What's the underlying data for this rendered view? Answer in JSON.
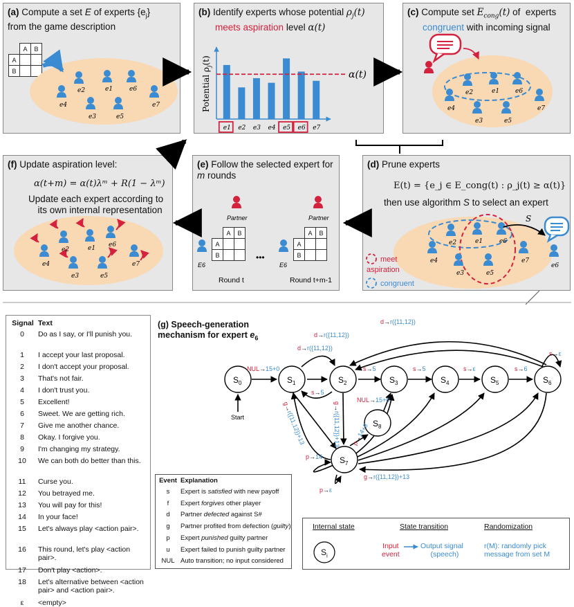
{
  "panels": {
    "a": {
      "label": "(a)",
      "title_1": "Compute a set ",
      "title_var": "E",
      "title_2": " of experts ",
      "title_set": "{e",
      "title_set_sub": "j",
      "title_set_end": "}",
      "title_line2": "from the game description"
    },
    "b": {
      "label": "(b)",
      "title_1": "Identify experts whose potential ",
      "title_var": "ρ",
      "title_var_sub": "j",
      "title_var_arg": "(t)",
      "title_red": "meets aspiration",
      "title_2": " level ",
      "title_alpha": "α(t)",
      "ylabel": "Potential ρ",
      "ylabel_sub": "j",
      "ylabel_arg": "(t)",
      "threshold_label": "α(t)"
    },
    "c": {
      "label": "(c)",
      "title_1": "Compute set ",
      "title_var": "E",
      "title_var_sub": "cong",
      "title_var_arg": "(t)",
      "title_2": " of  experts",
      "title_blue": "congruent",
      "title_3": " with incoming signal"
    },
    "d": {
      "label": "(d)",
      "title": "Prune experts",
      "equation": "E(t) = {e_j ∈ E_cong(t) : ρ_j(t) ≥ α(t)}",
      "line2_1": "then use algorithm ",
      "line2_var": "S",
      "line2_2": " to select an expert",
      "arrow_label": "S",
      "legend_meet": "meet",
      "legend_aspiration": "aspiration",
      "legend_congruent": "congruent",
      "selected": "e6"
    },
    "e": {
      "label": "(e)",
      "title": "Follow the selected expert for",
      "title_var": "m",
      "title_2": " rounds",
      "partner": "Partner",
      "expert": "E6",
      "round1": "Round t",
      "round2": "Round t+m-1",
      "ellipsis": "•••"
    },
    "f": {
      "label": "(f)",
      "title": "Update aspiration level:",
      "equation": "α(t+m) = α(t)λᵐ + R(1 − λᵐ)",
      "line2": "Update each expert according to",
      "line3": "its own internal representation"
    }
  },
  "experts": {
    "e1": "e1",
    "e2": "e2",
    "e3": "e3",
    "e4": "e4",
    "e5": "e5",
    "e6": "e6",
    "e7": "e7"
  },
  "game_table": {
    "col_a": "A",
    "col_b": "B",
    "row_a": "A",
    "row_b": "B"
  },
  "chart_data": {
    "type": "bar",
    "categories": [
      "e1",
      "e2",
      "e3",
      "e4",
      "e5",
      "e6",
      "e7"
    ],
    "values": [
      0.82,
      0.48,
      0.62,
      0.55,
      0.92,
      0.72,
      0.58
    ],
    "threshold": 0.68,
    "highlighted": [
      "e1",
      "e5",
      "e6"
    ],
    "ylim": [
      0,
      1.05
    ],
    "bar_color": "#3a8bd1",
    "highlight_color": "#d4213d"
  },
  "speech": {
    "title": "(g) Speech-generation mechanism for expert ",
    "title_var": "e",
    "title_var_sub": "6",
    "start": "Start",
    "states": [
      {
        "id": "S0",
        "label": "S",
        "sub": "0"
      },
      {
        "id": "S1",
        "label": "S",
        "sub": "1"
      },
      {
        "id": "S2",
        "label": "S",
        "sub": "2"
      },
      {
        "id": "S3",
        "label": "S",
        "sub": "3"
      },
      {
        "id": "S4",
        "label": "S",
        "sub": "4"
      },
      {
        "id": "S5",
        "label": "S",
        "sub": "5"
      },
      {
        "id": "S6",
        "label": "S",
        "sub": "6"
      },
      {
        "id": "S7",
        "label": "S",
        "sub": "7"
      },
      {
        "id": "S8",
        "label": "S",
        "sub": "8"
      }
    ],
    "transitions": {
      "t01_ev": "NUL",
      "t01_out": "15+0",
      "t1a_ev": "d",
      "t1a_out": "r({11,12})",
      "t12_ev": "s",
      "t12_out": "5",
      "t23_ev": "s",
      "t23_out": "5",
      "t34_ev": "s",
      "t34_out": "5",
      "t45_ev": "s",
      "t45_out": "ε",
      "t56_ev": "s",
      "t56_out": "6",
      "t66_ev": "s",
      "t66_out": "ε",
      "ttop1_ev": "d",
      "ttop1_out": "r({11,12})",
      "ttop2_ev": "d",
      "ttop2_out": "r({11,12})",
      "t17_ev": "g",
      "t17_out": "r({11,12})+13",
      "t27_ev": "g",
      "t27_out": "r({11,12})+13",
      "t78_ev": "p",
      "t78_out": "14+8",
      "t83_ev": "NUL",
      "t83_out": "15+0",
      "t7p_ev": "p",
      "t7p_out": "14",
      "t77_ev": "p",
      "t77_out": "ε",
      "tg7_ev": "g",
      "tg7_out": "r({11,12})+13"
    }
  },
  "signals": {
    "header_signal": "Signal",
    "header_text": "Text",
    "rows": [
      {
        "num": "0",
        "text": "Do as I say, or I'll punish you."
      },
      {
        "num": "1",
        "text": "I accept your last proposal."
      },
      {
        "num": "2",
        "text": "I don't accept your proposal."
      },
      {
        "num": "3",
        "text": "That's not fair."
      },
      {
        "num": "4",
        "text": "I don't trust you."
      },
      {
        "num": "5",
        "text": "Excellent!"
      },
      {
        "num": "6",
        "text": "Sweet. We are getting rich."
      },
      {
        "num": "7",
        "text": "Give me another chance."
      },
      {
        "num": "8",
        "text": "Okay. I forgive you."
      },
      {
        "num": "9",
        "text": "I'm changing my strategy."
      },
      {
        "num": "10",
        "text": "We can both do better than this."
      },
      {
        "num": "11",
        "text": "Curse you."
      },
      {
        "num": "12",
        "text": "You betrayed me."
      },
      {
        "num": "13",
        "text": "You will pay for this!"
      },
      {
        "num": "14",
        "text": "In your face!"
      },
      {
        "num": "15",
        "text": "Let's always play <action pair>."
      },
      {
        "num": "16",
        "text": "This round, let's play <action pair>."
      },
      {
        "num": "17",
        "text": "Don't play <action>."
      },
      {
        "num": "18",
        "text": "Let's alternative between <action pair> and <action pair>."
      },
      {
        "num": "ε",
        "text": "<empty>"
      }
    ]
  },
  "events": {
    "header_event": "Event",
    "header_explanation": "Explanation",
    "rows": [
      {
        "code": "s",
        "pre": "Expert is ",
        "em": "satisfied",
        "post": " with new payoff"
      },
      {
        "code": "f",
        "pre": "Expert ",
        "em": "forgives",
        "post": " other player"
      },
      {
        "code": "d",
        "pre": "Partner ",
        "em": "defected",
        "post": " against S#"
      },
      {
        "code": "g",
        "pre": "Partner profited from defection (",
        "em": "guilty",
        "post": ")"
      },
      {
        "code": "p",
        "pre": "Expert ",
        "em": "punished",
        "post": " guilty partner"
      },
      {
        "code": "u",
        "pre": "Expert failed to punish guilty partner",
        "em": "",
        "post": ""
      },
      {
        "code": "NUL",
        "pre": "Auto transition; no input considered",
        "em": "",
        "post": ""
      }
    ]
  },
  "legend": {
    "col1": "Internal state",
    "col2": "State transition",
    "col3": "Randomization",
    "state": "S",
    "state_sub": "i",
    "input_1": "Input",
    "input_2": "event",
    "output_1": "Output signal",
    "output_2": "(speech)",
    "rand_1": "r(M): randomly pick",
    "rand_2": "message from set M"
  },
  "colors": {
    "red": "#d4213d",
    "blue": "#3a8bd1",
    "panel": "#e7e7e7",
    "ellipse": "#f9d9b4"
  }
}
